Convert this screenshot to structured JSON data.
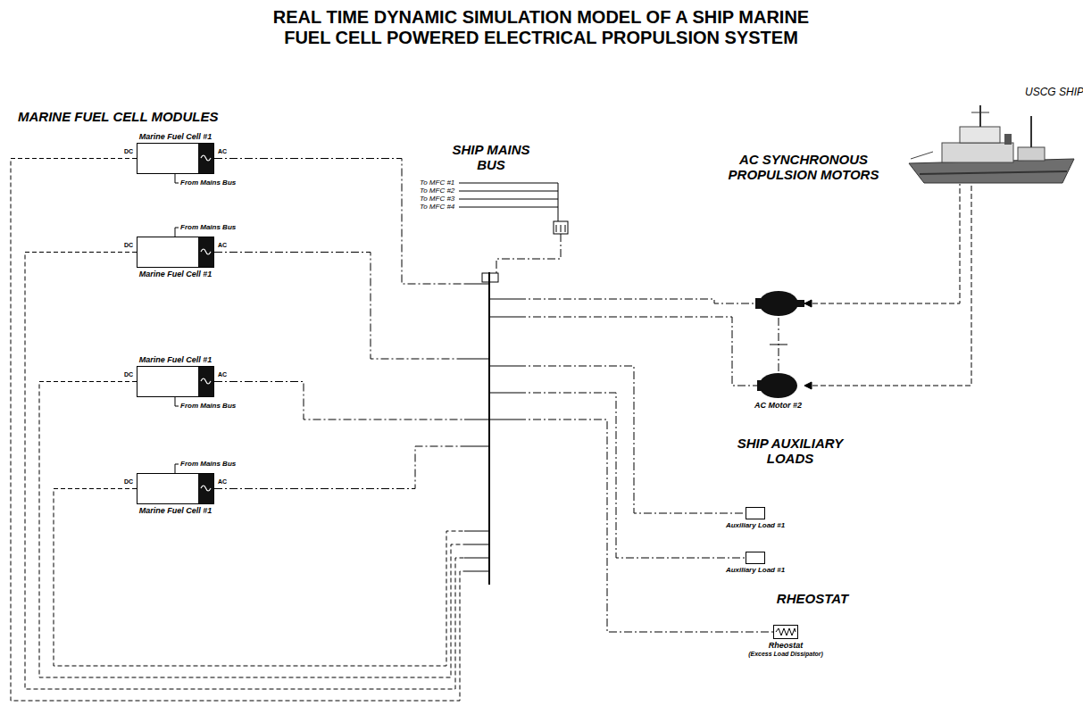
{
  "diagram": {
    "title": "REAL TIME DYNAMIC SIMULATION MODEL OF A SHIP MARINE FUEL CELL POWERED ELECTRICAL PROPULSION SYSTEM",
    "nodes": [
      {
        "text": [
          "Marine Fuel Cell #1"
        ]
      },
      {
        "text": [
          "Marine Fuel Cell #1"
        ]
      },
      {
        "text": [
          "Marine Fuel Cell #1"
        ]
      },
      {
        "text": [
          "Marine Fuel Cell #1"
        ]
      },
      {
        "text": [
          "SHIP MAINS BUS"
        ]
      },
      {
        "text": [
          "AC Motor #2"
        ]
      },
      {
        "text": [
          "Auxiliary Load #1"
        ]
      },
      {
        "text": [
          "Auxiliary Load #1"
        ]
      },
      {
        "text": [
          "Rheostat",
          "(Excess Load Dissipator)"
        ]
      }
    ],
    "edges": [
      {
        "from": 0,
        "to": 4,
        "arrow": "none"
      },
      {
        "from": 1,
        "to": 4,
        "arrow": "none"
      },
      {
        "from": 2,
        "to": 4,
        "arrow": "none"
      },
      {
        "from": 3,
        "to": 4,
        "arrow": "none"
      },
      {
        "from": 0,
        "to": 4,
        "arrow": "none"
      },
      {
        "from": 1,
        "to": 4,
        "arrow": "none"
      },
      {
        "from": 2,
        "to": 4,
        "arrow": "none"
      },
      {
        "from": 3,
        "to": 4,
        "arrow": "none"
      },
      {
        "from": 4,
        "to": 5,
        "arrow": "none"
      },
      {
        "from": 4,
        "to": 6,
        "arrow": "none"
      },
      {
        "from": 4,
        "to": 7,
        "arrow": "none"
      },
      {
        "from": 4,
        "to": 8,
        "arrow": "none"
      }
    ],
    "labels": [
      "MARINE FUEL CELL MODULES",
      "USCG SHIP",
      "AC SYNCHRONOUS PROPULSION MOTORS",
      "SHIP AUXILIARY LOADS",
      "RHEOSTAT",
      "From Mains Bus",
      "From Mains Bus",
      "From Mains Bus",
      "From Mains Bus",
      "To MFC #1",
      "To MFC #2",
      "To MFC #3",
      "To MFC #4",
      "DC",
      "AC",
      "DC",
      "AC",
      "DC",
      "AC",
      "DC",
      "AC"
    ]
  }
}
